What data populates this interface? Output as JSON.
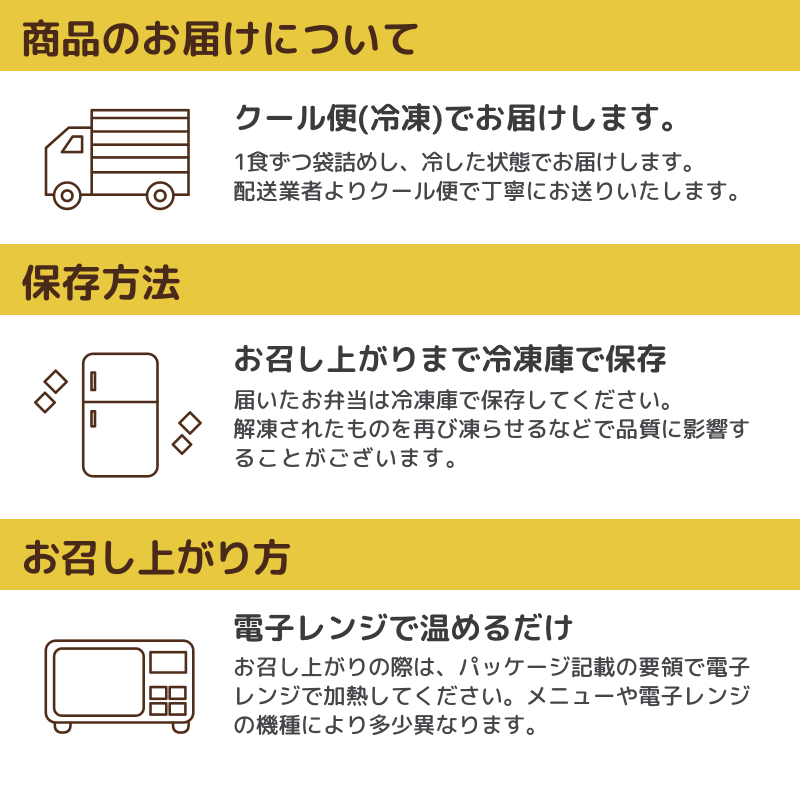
{
  "colors": {
    "banner_bg": "#e8c83e",
    "banner_text": "#48291a",
    "icon_stroke": "#4f2d1a",
    "heading_text": "#3b3b3e",
    "body_text": "#45454a",
    "page_bg": "#ffffff"
  },
  "sections": [
    {
      "banner": "商品のお届けについて",
      "icon": "truck-icon",
      "heading": "クール便(冷凍)でお届けします。",
      "body_lines": [
        "1食ずつ袋詰めし、冷した状態でお届けします。",
        "配送業者よりクール便で丁寧にお送りいたします。"
      ]
    },
    {
      "banner": "保存方法",
      "icon": "fridge-icon",
      "heading": "お召し上がりまで冷凍庫で保存",
      "body_lines": [
        "届いたお弁当は冷凍庫で保存してください。",
        "解凍されたものを再び凍らせるなどで品質に影響す",
        "ることがございます。"
      ]
    },
    {
      "banner": "お召し上がり方",
      "icon": "microwave-icon",
      "heading": "電子レンジで温めるだけ",
      "body_lines": [
        "お召し上がりの際は、パッケージ記載の要領で電子",
        "レンジで加熱してください。メニューや電子レンジ",
        "の機種により多少異なります。"
      ]
    }
  ]
}
